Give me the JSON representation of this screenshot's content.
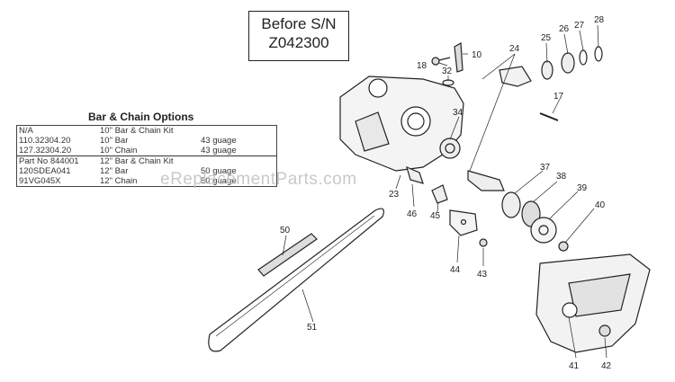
{
  "serial_box": {
    "line1": "Before S/N",
    "line2": "Z042300"
  },
  "options_table": {
    "title": "Bar & Chain Options",
    "rows": [
      {
        "part": "N/A",
        "desc": "10\" Bar & Chain Kit",
        "note": ""
      },
      {
        "part": "110.32304.20",
        "desc": "10\" Bar",
        "note": "43 guage"
      },
      {
        "part": "127.32304.20",
        "desc": "10\" Chain",
        "note": "43 guage"
      },
      {
        "part": "Part No 844001",
        "desc": "12\" Bar & Chain Kit",
        "note": ""
      },
      {
        "part": "120SDEA041",
        "desc": "12\" Bar",
        "note": "50 guage"
      },
      {
        "part": "91VG045X",
        "desc": "12\" Chain",
        "note": "50 guage"
      }
    ]
  },
  "watermark": "eReplacementParts.com",
  "callouts": [
    "10",
    "18",
    "32",
    "24",
    "25",
    "26",
    "27",
    "28",
    "17",
    "34",
    "37",
    "38",
    "39",
    "40",
    "23",
    "46",
    "45",
    "44",
    "43",
    "50",
    "51",
    "41",
    "42"
  ]
}
